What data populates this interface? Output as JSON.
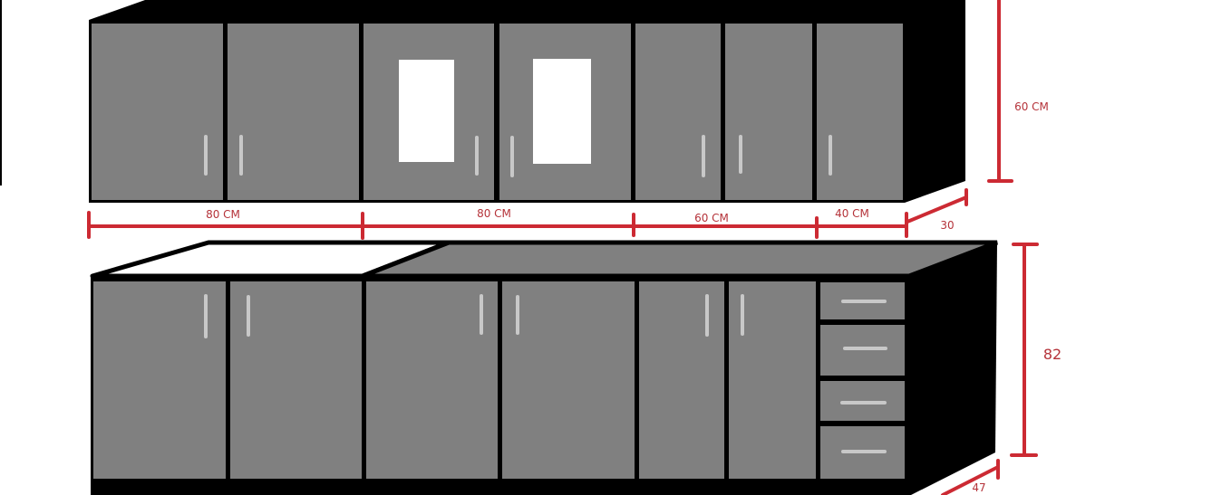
{
  "upper_cabinets": {
    "width_labels": [
      "80 CM",
      "80 CM",
      "60 CM",
      "40 CM"
    ],
    "depth_label": "30",
    "height_label": "60 CM"
  },
  "lower_cabinets": {
    "height_label": "82",
    "depth_label": "47"
  },
  "colors": {
    "door": "#808080",
    "outline": "#000000",
    "handle": "#c8c8c8",
    "dimension": "#cc2a33",
    "glass": "#ffffff"
  }
}
